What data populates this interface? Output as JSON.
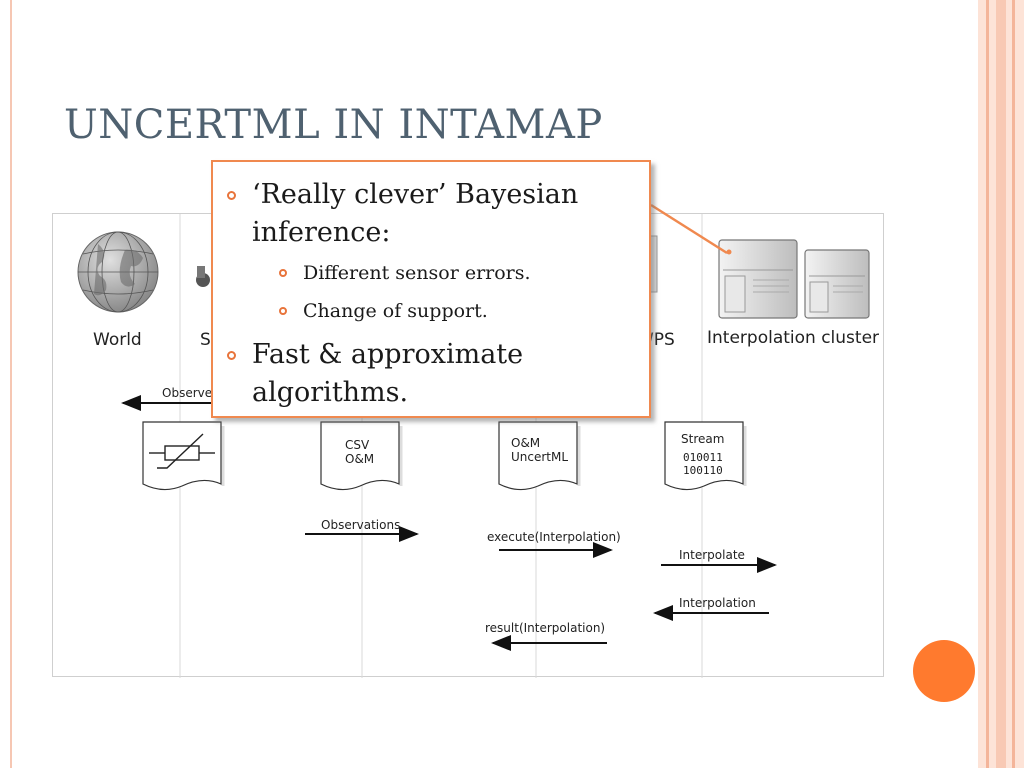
{
  "slide": {
    "title": "UNCERTML IN INTAMAP"
  },
  "callout": {
    "bullets": [
      {
        "text": "‘Really clever’ Bayesian inference:",
        "sub": [
          "Different sensor errors.",
          "Change of support."
        ]
      },
      {
        "text": "Fast & approximate algorithms.",
        "sub": []
      }
    ]
  },
  "diagram": {
    "lanes": [
      "World",
      "Se",
      "WPS",
      "Interpolation cluster"
    ],
    "documents": {
      "csv": "CSV\nO&M",
      "om": "O&M\nUncertML",
      "stream_title": "Stream",
      "stream_bits": "010011\n100110"
    },
    "messages": [
      "Observe",
      "Observations",
      "execute(Interpolation)",
      "Interpolate",
      "Interpolation",
      "result(Interpolation)"
    ]
  },
  "colors": {
    "accent": "#f0894f",
    "title": "#4f6170",
    "dot": "#ff7a2e"
  }
}
